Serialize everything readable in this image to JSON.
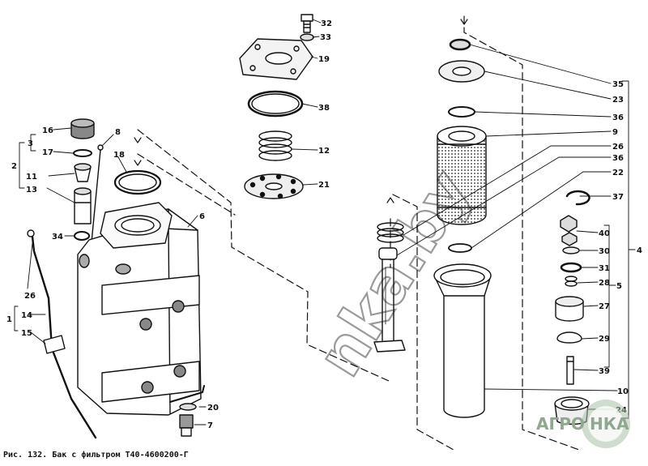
{
  "caption": "Рис. 132. Бак с фильтром Т40-4600200-Г",
  "watermark": "nka.by",
  "logo": {
    "left": "АГРО",
    "right": "НКА",
    "color": "#8fa88f"
  },
  "callouts": {
    "c32": "32",
    "c33": "33",
    "c19": "19",
    "c38": "38",
    "c12": "12",
    "c21": "21",
    "c35": "35",
    "c23": "23",
    "c36a": "36",
    "c9": "9",
    "c26a": "26",
    "c36b": "36",
    "c22": "22",
    "c37": "37",
    "c40": "40",
    "c30": "30",
    "c31": "31",
    "c28": "28",
    "c27": "27",
    "c29": "29",
    "c39": "39",
    "c10": "10",
    "c24": "24",
    "c4": "4",
    "c5": "5",
    "c16": "16",
    "c3": "3",
    "c17": "17",
    "c2": "2",
    "c11": "11",
    "c13": "13",
    "c8": "8",
    "c18": "18",
    "c6": "6",
    "c34": "34",
    "c26b": "26",
    "c1": "1",
    "c14": "14",
    "c15": "15",
    "c20": "20",
    "c7": "7"
  }
}
